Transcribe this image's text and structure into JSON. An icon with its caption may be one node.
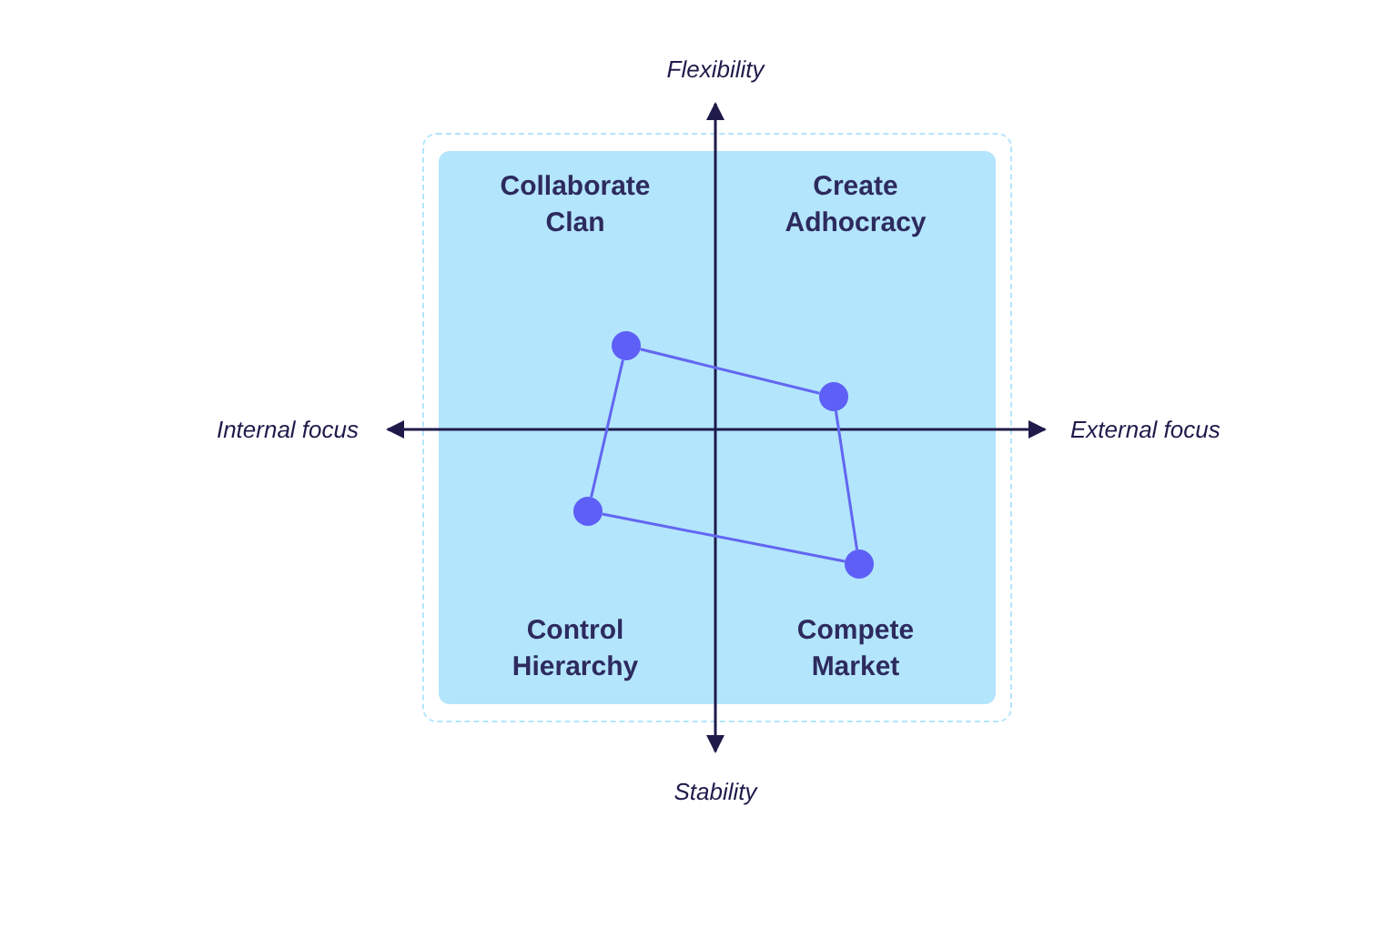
{
  "diagram": {
    "nodes": [
      {
        "text": [],
        "shape": "box"
      },
      {
        "text": [],
        "shape": "circle",
        "in": 0
      },
      {
        "text": [],
        "shape": "circle",
        "in": 0
      },
      {
        "text": [],
        "shape": "circle",
        "in": 0
      },
      {
        "text": [],
        "shape": "circle",
        "in": 0
      }
    ],
    "edges": [
      {
        "from": 1,
        "to": 2,
        "arrow": "none"
      },
      {
        "from": 2,
        "to": 3,
        "arrow": "none"
      },
      {
        "from": 3,
        "to": 4,
        "arrow": "none"
      },
      {
        "from": 4,
        "to": 1,
        "arrow": "none"
      }
    ],
    "labels": [
      "Flexibility",
      "Collaborate Clan",
      "Create Adhocracy",
      "Internal focus",
      "External focus",
      "Control Hierarchy",
      "Compete Market",
      "Stability"
    ]
  }
}
